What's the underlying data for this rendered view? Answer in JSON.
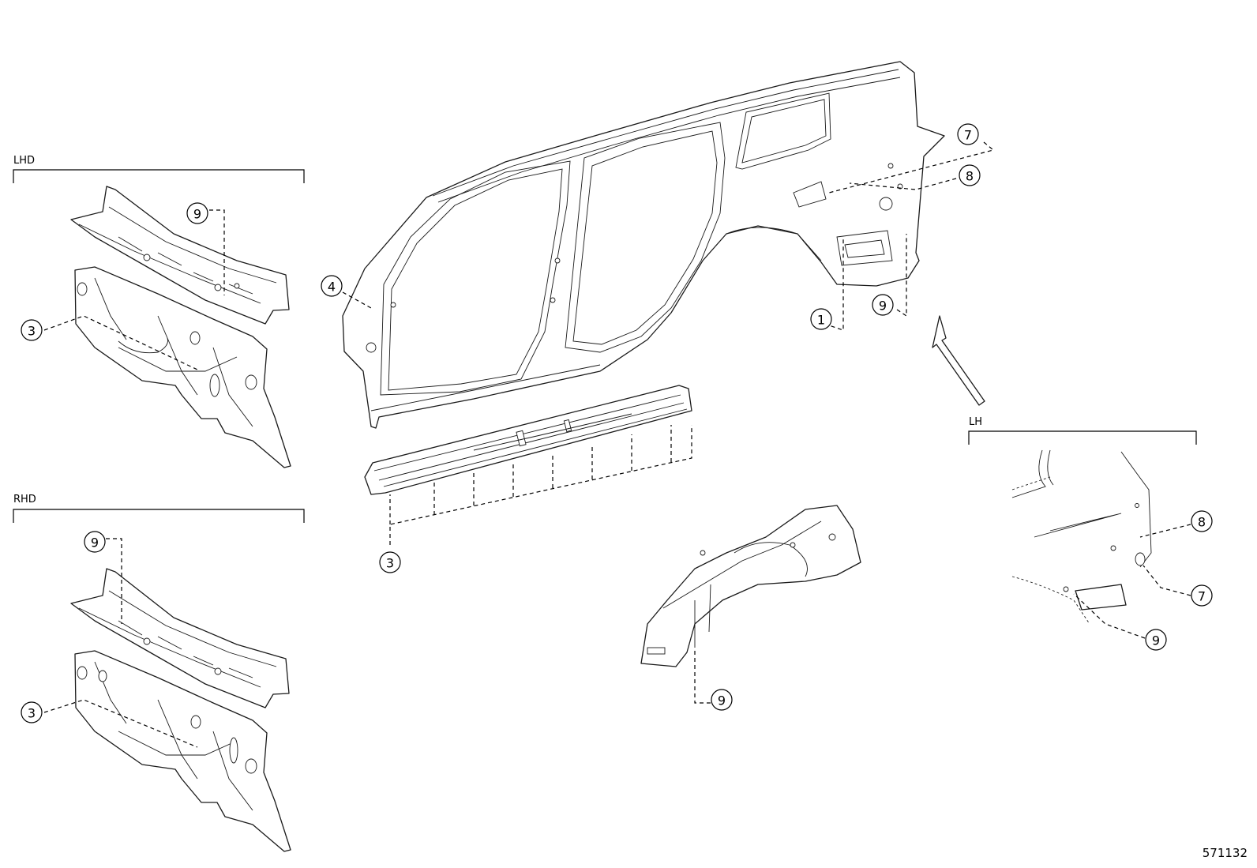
{
  "groups": {
    "lhd": "LHD",
    "rhd": "RHD",
    "lh": "LH"
  },
  "callouts": {
    "c1": "1",
    "c3_lhd": "3",
    "c3_rhd": "3",
    "c3_rocker": "3",
    "c4": "4",
    "c7_top": "7",
    "c7_lh": "7",
    "c8_top": "8",
    "c8_lh": "8",
    "c9_lhd": "9",
    "c9_rhd": "9",
    "c9_wheelhouse_rear": "9",
    "c9_wheelhouse_front": "9",
    "c9_lh": "9"
  },
  "figure_number": "571132"
}
